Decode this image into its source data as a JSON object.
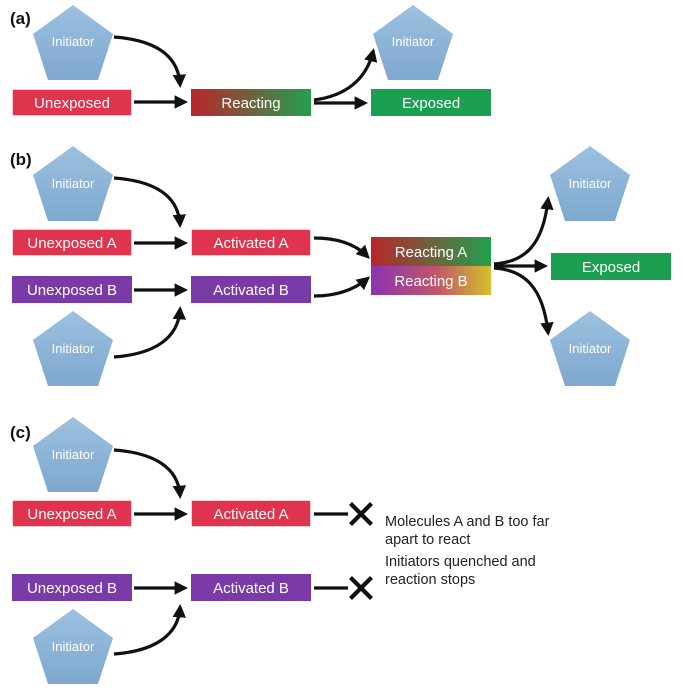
{
  "panels": {
    "a": "(a)",
    "b": "(b)",
    "c": "(c)"
  },
  "labels": {
    "initiator": "Initiator",
    "unexposed": "Unexposed",
    "unexposed_a": "Unexposed A",
    "unexposed_b": "Unexposed B",
    "reacting": "Reacting",
    "exposed": "Exposed",
    "activated_a": "Activated A",
    "activated_b": "Activated B",
    "reacting_a": "Reacting A",
    "reacting_b": "Reacting B"
  },
  "note": {
    "line1": "Molecules A and B too far",
    "line2": "apart to react",
    "line3": "Initiators quenched and",
    "line4": "reaction stops"
  },
  "colors": {
    "red": "#e0344e",
    "purple": "#7a3aa8",
    "green": "#1aa050",
    "pentagon": "#8fb6d8",
    "arrow": "#111111"
  }
}
